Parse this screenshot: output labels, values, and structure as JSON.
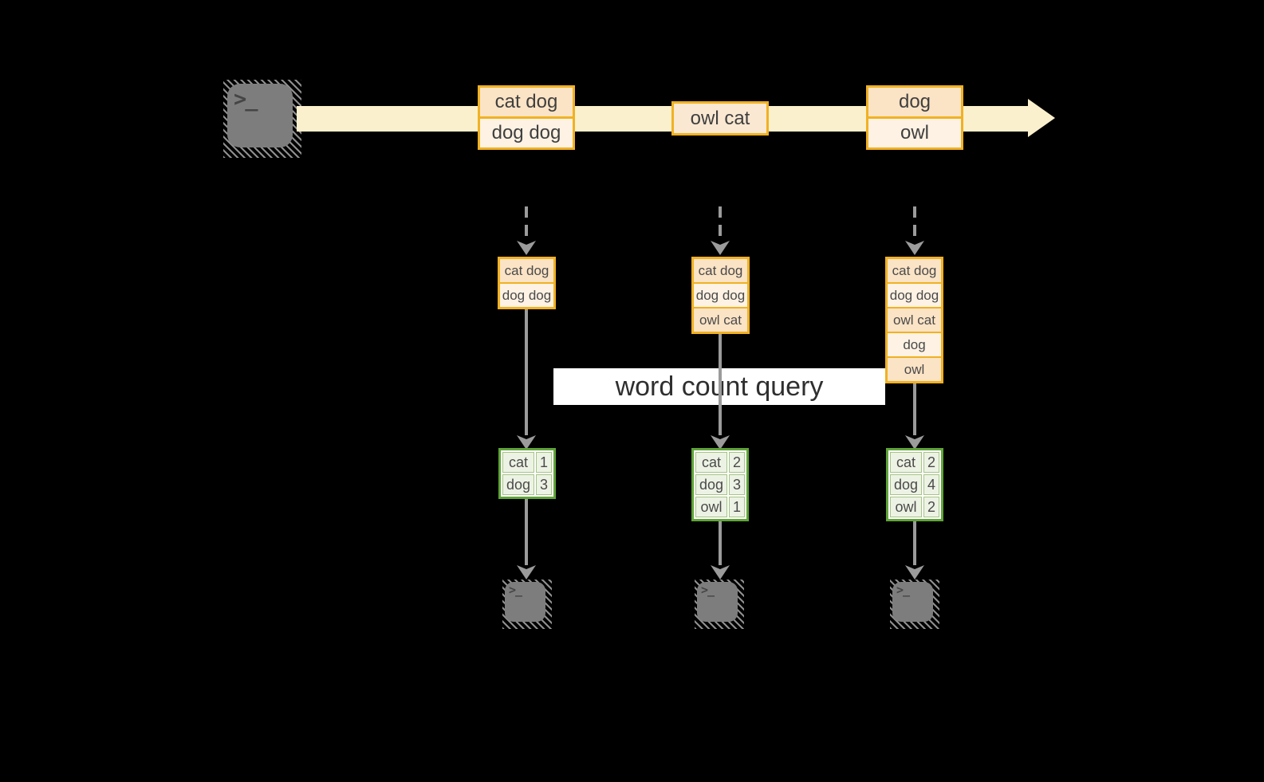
{
  "banner": {
    "label": "word count query"
  },
  "icons": {
    "terminal_prompt": ">_"
  },
  "stream": {
    "events": [
      {
        "cells": [
          "cat dog",
          "dog dog"
        ]
      },
      {
        "cells": [
          "owl cat"
        ]
      },
      {
        "cells": [
          "dog",
          "owl"
        ]
      }
    ]
  },
  "columns": [
    {
      "buffer": [
        "cat dog",
        "dog dog"
      ],
      "counts": [
        {
          "word": "cat",
          "count": "1"
        },
        {
          "word": "dog",
          "count": "3"
        }
      ]
    },
    {
      "buffer": [
        "cat dog",
        "dog dog",
        "owl cat"
      ],
      "counts": [
        {
          "word": "cat",
          "count": "2"
        },
        {
          "word": "dog",
          "count": "3"
        },
        {
          "word": "owl",
          "count": "1"
        }
      ]
    },
    {
      "buffer": [
        "cat dog",
        "dog dog",
        "owl cat",
        "dog",
        "owl"
      ],
      "counts": [
        {
          "word": "cat",
          "count": "2"
        },
        {
          "word": "dog",
          "count": "4"
        },
        {
          "word": "owl",
          "count": "2"
        }
      ]
    }
  ],
  "colors": {
    "background": "#000000",
    "stream_band": "#fbf0cd",
    "event_border": "#f0b123",
    "event_fill_dark": "#fbe3c5",
    "event_fill_light": "#fdf2e3",
    "event_fill_single": "#fae8d2",
    "table_border": "#5fa438",
    "table_cell_border": "#a6c487",
    "table_cell_fill": "#edf3e4",
    "arrow": "#9b9b9b",
    "terminal_fill": "#7d7d7d",
    "text": "#3f3f3f"
  }
}
